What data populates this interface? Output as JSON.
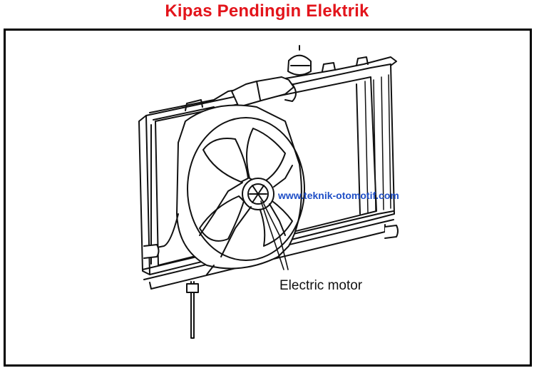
{
  "title": "Kipas Pendingin Elektrik",
  "watermark": "www.teknik-otomotif.com",
  "callout": {
    "label": "Electric motor"
  },
  "colors": {
    "title": "#e3141b",
    "watermark": "#1f4fc7",
    "line": "#111111"
  }
}
